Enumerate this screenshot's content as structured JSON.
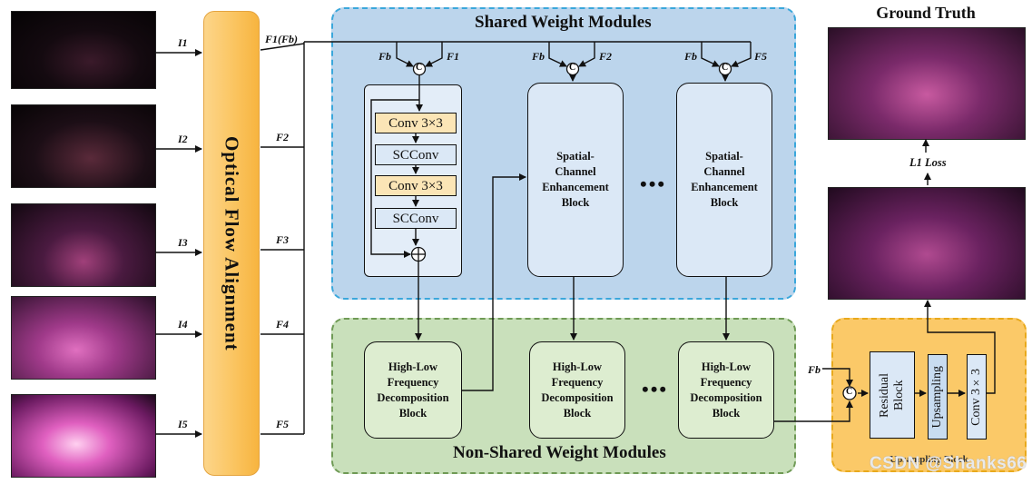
{
  "regions": {
    "shared_title": "Shared Weight Modules",
    "nonshared_title": "Non-Shared Weight Modules",
    "optical_flow": "Optical Flow Alignment",
    "ground_truth": "Ground Truth",
    "loss": "L1 Loss",
    "upsampling_block": "Upsampling Block"
  },
  "inputs": [
    {
      "label": "I1"
    },
    {
      "label": "I2"
    },
    {
      "label": "I3"
    },
    {
      "label": "I4"
    },
    {
      "label": "I5"
    }
  ],
  "features": [
    {
      "label": "F1(Fb)"
    },
    {
      "label": "F2"
    },
    {
      "label": "F3"
    },
    {
      "label": "F4"
    },
    {
      "label": "F5"
    }
  ],
  "concat_labels": {
    "fb": "Fb",
    "c1": "F1",
    "c2": "F2",
    "c3": "F5",
    "concat_symbol": "C"
  },
  "inner_ops": [
    "Conv 3×3",
    "SCConv",
    "Conv 3×3",
    "SCConv"
  ],
  "sce_block": "Spatial-\nChannel\nEnhancement\nBlock",
  "hlf_block": "High-Low\nFrequency\nDecomposition\nBlock",
  "ellipsis": "•••",
  "upsampling": {
    "fb_label": "Fb",
    "residual": "Residual\nBlock",
    "upsampling": "Upsampling",
    "conv": "Conv 3×3"
  },
  "watermark": "CSDN @Shanks66",
  "colors": {
    "shared_bg": "#bcd5ec",
    "shared_border": "#3aa7db",
    "nonshared_bg": "#c9e0bb",
    "nonshared_border": "#6f9a55",
    "upsample_bg": "#fbc968",
    "flow_bar": "#fbc868",
    "conv_fill": "#fbe5b6",
    "block_fill": "#dbe8f6"
  }
}
